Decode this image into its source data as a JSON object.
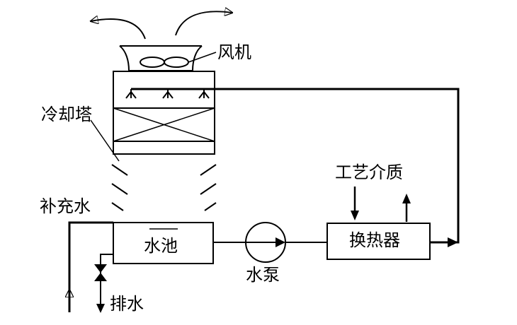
{
  "labels": {
    "fan": "风机",
    "cooling_tower": "冷却塔",
    "makeup_water": "补充水",
    "pool": "水池",
    "pump": "水泵",
    "process_medium": "工艺介质",
    "heat_exchanger": "换热器",
    "drain": "排水"
  },
  "colors": {
    "line": "#000000",
    "background": "#ffffff"
  }
}
